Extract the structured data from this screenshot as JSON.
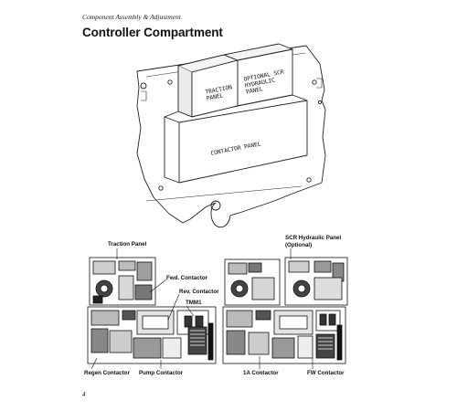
{
  "header": {
    "running_head": "Component Assembly & Adjustment",
    "title": "Controller Compartment"
  },
  "figure_top": {
    "panels": {
      "traction": "TRACTION\nPANEL",
      "hydraulic": "OPTIONAL SCR\nHYDRAULIC\nPANEL",
      "contactor": "CONTACTOR PANEL"
    }
  },
  "figure_bottom": {
    "callouts": {
      "traction_panel": "Traction Panel",
      "scr_hydraulic_panel": "SCR Hydraulic Panel",
      "optional": "(Optional)",
      "fwd_contactor": "Fwd. Contactor",
      "rev_contactor": "Rev. Contactor",
      "tmm1": "TMM1",
      "regen_contactor": "Regen Contactor",
      "pump_contactor": "Pump Contactor",
      "1a_contactor": "1A Contactor",
      "fw_contactor": "FW Contactor"
    }
  },
  "footer": {
    "page_number": "4"
  }
}
